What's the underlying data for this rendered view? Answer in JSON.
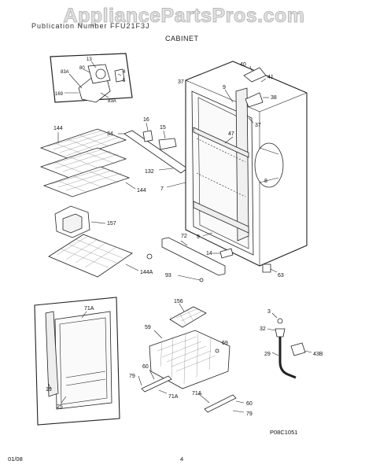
{
  "watermark": "AppliancePartsPros.com",
  "header": {
    "line": "Publication Number   FFU21F3J"
  },
  "section_title": "CABINET",
  "diagram_code": "P08C1051",
  "footer": {
    "date": "01/08",
    "page": "4"
  },
  "callouts": {
    "c13": "13",
    "c80": "80",
    "c83a_1": "83A",
    "c4": "4",
    "c5": "5",
    "c169": "169",
    "c83a_2": "83A",
    "c144_1": "144",
    "c144_2": "144",
    "c157": "157",
    "c144a": "144A",
    "c34": "34",
    "c16": "16",
    "c15": "15",
    "c132": "132",
    "c7": "7",
    "c40": "40",
    "c41": "41",
    "c37_1": "37",
    "c9_1": "9",
    "c38": "38",
    "c37_2": "37",
    "c47": "47",
    "c8": "8",
    "c72": "72",
    "c9_2": "9",
    "c14": "14",
    "c93": "93",
    "c63": "63",
    "c71a_1": "71A",
    "c19": "19",
    "c25": "25",
    "c156": "156",
    "c59": "59",
    "c69": "69",
    "c60_1": "60",
    "c79_1": "79",
    "c71a_2": "71A",
    "c71a_3": "71A",
    "c60_2": "60",
    "c79_2": "79",
    "c3": "3",
    "c32": "32",
    "c29": "29",
    "c43b": "43B"
  }
}
